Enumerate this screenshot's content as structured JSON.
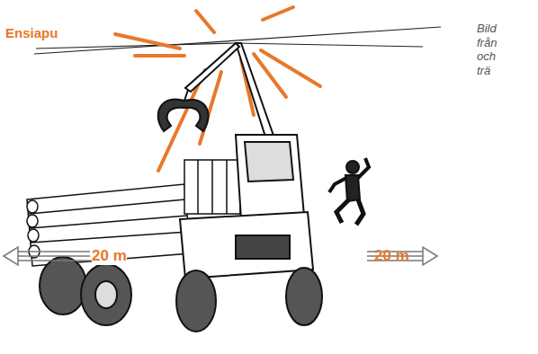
{
  "diagram": {
    "labels": [
      "Ensiapu",
      "20 m",
      "20 m",
      "Bild från och trä"
    ]
  }
}
